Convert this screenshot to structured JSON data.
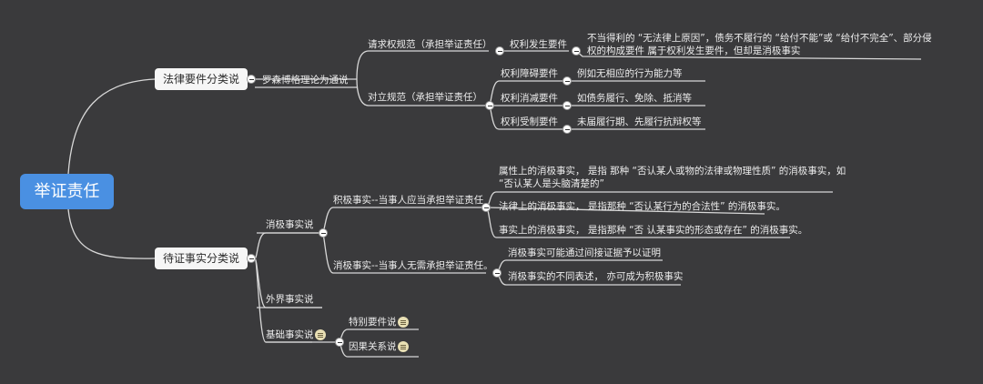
{
  "root": "举证责任",
  "branch1": {
    "label": "法律要件分类说",
    "child": {
      "label": "罗森博格理论为通说",
      "claim_norm": {
        "label": "请求权规范（承担举证责任）",
        "child": {
          "label": "权利发生要件",
          "note_line1": "不当得利的 “无法律上原因”，债务不履行的 “给付不能”或 “给付不完全”、部分侵",
          "note_line2": "权的构成要件 属于权利发生要件，但却是消极事实"
        }
      },
      "opposing_norm": {
        "label": "对立规范（承担举证责任）",
        "children": [
          {
            "label": "权利障碍要件",
            "note": "例如无相应的行为能力等"
          },
          {
            "label": "权利消减要件",
            "note": "如债务履行、免除、抵消等"
          },
          {
            "label": "权利受制要件",
            "note": "未届履行期、先履行抗辩权等"
          }
        ]
      }
    }
  },
  "branch2": {
    "label": "待证事实分类说",
    "negative": {
      "label": "消极事实说",
      "bear": {
        "label": "积极事实--当事人应当承担举证责任",
        "items": [
          {
            "line1": "属性上的消极事实，  是指 那种 “否认某人或物的法律或物理性质” 的消极事实，如",
            "line2": "“否认某人是头脑清楚的”"
          },
          {
            "line1": "法律上的消极事实，  是指那种 “否认某行为的合法性” 的消极事实。"
          },
          {
            "line1": "事实上的消极事实，  是指那种 “否 认某事实的形态或存在” 的消极事实。"
          }
        ]
      },
      "not_bear": {
        "label": "消极事实--当事人无需承担举证责任。",
        "items": [
          {
            "label": "消极事实可能通过间接证据予以证明"
          },
          {
            "label": "消极事实的不同表述，  亦可成为积极事实"
          }
        ]
      }
    },
    "external": {
      "label": "外界事实说"
    },
    "basic": {
      "label": "基础事实说",
      "items": [
        {
          "label": "特别要件说"
        },
        {
          "label": "因果关系说"
        }
      ]
    }
  }
}
